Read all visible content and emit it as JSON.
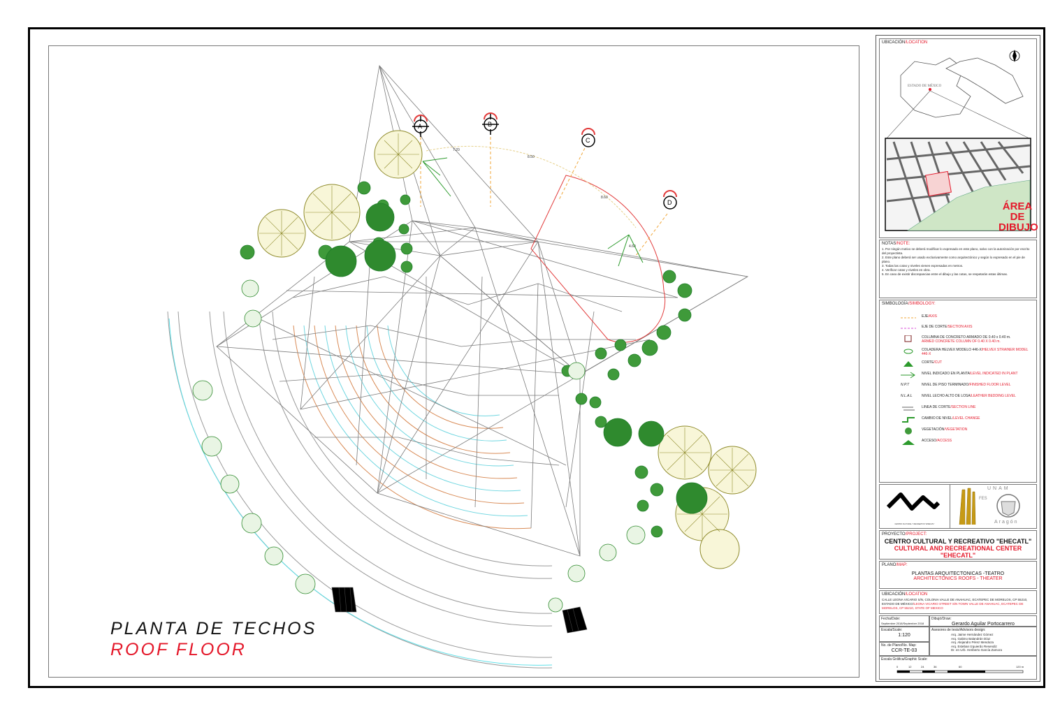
{
  "drawing": {
    "title": "PLANTA DE TECHOS",
    "subtitle": "ROOF FLOOR",
    "section_markers": [
      "A",
      "B",
      "C",
      "D"
    ],
    "dimensions": [
      "7.20",
      "8.50",
      "8.60",
      "4.60"
    ]
  },
  "location": {
    "label_es": "UBICACIÓN",
    "label_en": "/LOCATION",
    "map_text": "ESTADO DE MÉXICO",
    "area_label": "ÁREA DE DIBUJO"
  },
  "notes": {
    "label_es": "NOTAS",
    "label_en": "/NOTE:",
    "items": [
      "1. Por ningún motivo se deberá modificar lo expresado en este plano, salvo con la autorización por escrito del proyectista.",
      "2. Este plano deberá ser usado exclusivamente como arquitectónico y según lo expresado en el pie de plano.",
      "3. Todas las cotas y niveles vienen expresadas en metros.",
      "4. Verificar cotas y niveles en obra.",
      "5. En caso de existir discrepancias entre el dibujo y las cotas, se respetarán estas últimas."
    ]
  },
  "legend": {
    "label_es": "SIMBOLOGÍA",
    "label_en": "/SIMBOLOGY:",
    "items": [
      {
        "es": "EJE",
        "en": "/AXIS"
      },
      {
        "es": "EJE DE CORTE",
        "en": "/SECTION AXIS"
      },
      {
        "es": "COLUMNA DE CONCRETO ARMADO DE 0.40 x 0.40 m.",
        "en": "ARMED CONCRETE COLUMN OF 0.40 X 0.40 m."
      },
      {
        "es": "COLADERA HELVEX MODELO 446-X",
        "en": "/HELVEX STRAINER MODEL 446-X"
      },
      {
        "es": "CORTE",
        "en": "/CUT"
      },
      {
        "es": "NIVEL INDICADO EN PLANTA",
        "en": "/LEVEL INDICATED IN PLANT"
      },
      {
        "es": "NIVEL DE PISO TERMINADO",
        "en": "/FINISHED FLOOR LEVEL",
        "sym": "N.P.T"
      },
      {
        "es": "NIVEL LECHO ALTO DE LOSA",
        "en": "/LEATHER BEDDING LEVEL",
        "sym": "N.L.A.L"
      },
      {
        "es": "LINEA DE CORTE",
        "en": "/SECTION LINE"
      },
      {
        "es": "CAMBIO DE NIVEL",
        "en": "/LEVEL CHANGE"
      },
      {
        "es": "VEGETACIÓN",
        "en": "/VEGETATION"
      },
      {
        "es": "ACCESO",
        "en": "/ACCESS"
      }
    ]
  },
  "logos": {
    "center": "CENTRO CULTURAL Y RECREATIVO \"EHECATL\"",
    "unam": "UNAM",
    "fes": "FES",
    "aragon": "Aragón"
  },
  "project": {
    "label_es": "PROYECTO",
    "label_en": "/PROJECT:",
    "name_es": "CENTRO CULTURAL Y RECREATIVO \"EHECATL\"",
    "name_en": "CULTURAL AND RECREATIONAL CENTER \"EHECATL\""
  },
  "plan": {
    "label_es": "PLANO",
    "label_en": "/MAP:",
    "name_es": "PLANTAS ARQUITECTONICAS -TEATRO",
    "name_en": "ARCHITECTONICS ROOFS - THEATER"
  },
  "address": {
    "label_es": "UBICACIÓN",
    "label_en": "/LOCATION",
    "text_es": "CALLE LEONA VICARIO S/N, COLONIA VALLE DE ANAHUAC, ECATEPEC DE MORELOS, CP 55210, ESTADO DE MÉXICO",
    "text_en": "/LEONA VICARIO STREET S/N TOWN VALLE DE ANAHUAC, ECATEPEC DE MORELOS, CP 55210, STATE OF MEXICO"
  },
  "info": {
    "date_label": "Fecha/Date:",
    "date_value": "Septiembre 2018/September 2018",
    "draw_label": "Dibujó/Draw:",
    "draw_value": "Gerardo Aguilar Portocarrero",
    "scale_label": "Escala/Scale:",
    "scale_value": "1:120",
    "advisors_label": "Asesores de tesis/Advisors design:",
    "advisors": [
      "Arq. Jaime Hernández Gómez",
      "Arq. Gabino Balandrán Díaz",
      "Arq. Alejandro Pérez Mendoza",
      "Arq. Esteban Izquierdo Resendiz",
      "Dr. en Urb. Heriberto García Zamora"
    ],
    "plan_no_label": "No. de Plano/No. Map:",
    "plan_no_value": "CCR-TE-03",
    "graphic_label": "Escala Gráfica/Graphic Scale:",
    "graphic_ticks": [
      "0",
      "12",
      "24",
      "36",
      "60",
      "120 m"
    ]
  }
}
